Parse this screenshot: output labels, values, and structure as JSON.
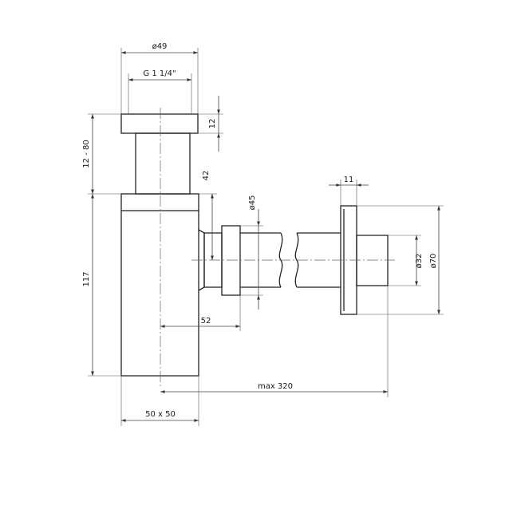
{
  "dimensions": {
    "d49": "ø49",
    "thread": "G 1 1/4\"",
    "h12": "12",
    "range": "12 - 80",
    "h42": "42",
    "d45": "ø45",
    "w11": "11",
    "d32": "ø32",
    "d70": "ø70",
    "h117": "117",
    "w52": "52",
    "max": "max 320",
    "body": "50 x 50"
  },
  "colors": {
    "line": "#222222",
    "background": "#ffffff"
  }
}
